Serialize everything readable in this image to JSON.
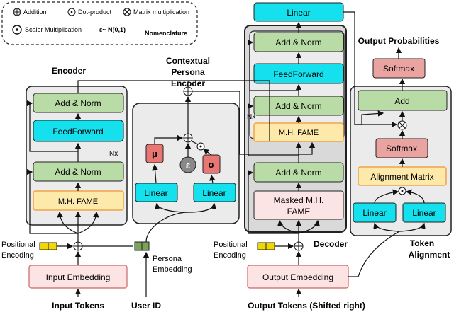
{
  "legend": {
    "addition": "Addition",
    "dot_product": "Dot-product",
    "matrix_mult": "Matrix multiplication",
    "scaler_mult": "Scaler Multiplication",
    "epsilon": "ε~  N(0,1)",
    "nomenclature": "Nomenclature"
  },
  "encoder": {
    "title": "Encoder",
    "add_norm_top": "Add & Norm",
    "feedforward": "FeedForward",
    "add_norm_bottom": "Add & Norm",
    "attention": "M.H. FAME",
    "repeat": "Nx"
  },
  "persona": {
    "title_line1": "Contextual",
    "title_line2": "Persona",
    "title_line3": "Encoder",
    "mu": "μ",
    "epsilon": "ε",
    "sigma": "σ",
    "linear_left": "Linear",
    "linear_right": "Linear"
  },
  "decoder": {
    "title": "Decoder",
    "linear_top": "Linear",
    "add_norm_1": "Add & Norm",
    "feedforward": "FeedForward",
    "add_norm_2": "Add & Norm",
    "attention": "M.H. FAME",
    "add_norm_3": "Add & Norm",
    "masked_line1": "Masked M.H.",
    "masked_line2": "FAME",
    "repeat": "Nx"
  },
  "alignment": {
    "output_prob": "Output Probabilities",
    "softmax_top": "Softmax",
    "add": "Add",
    "softmax": "Softmax",
    "matrix": "Alignment Matrix",
    "linear_left": "Linear",
    "linear_right": "Linear",
    "title_line1": "Token",
    "title_line2": "Alignment"
  },
  "inputs": {
    "positional_line1": "Positional",
    "positional_line2": "Encoding",
    "input_embedding": "Input Embedding",
    "input_tokens": "Input Tokens",
    "persona_emb_line1": "Persona",
    "persona_emb_line2": "Embedding",
    "user_id": "User ID",
    "positional2_line1": "Positional",
    "positional2_line2": "Encoding",
    "output_embedding": "Output Embedding",
    "output_tokens": "Output Tokens (Shifted right)"
  },
  "colors": {
    "green": "#b9dba6",
    "cyan": "#14e0ee",
    "yellow_box": "#fde9a9",
    "pink": "#fbe4e3",
    "salmon": "#e9a3a0",
    "mu_red": "#e87774",
    "panel": "#ebebeb",
    "orange_border": "#f2a34a"
  }
}
